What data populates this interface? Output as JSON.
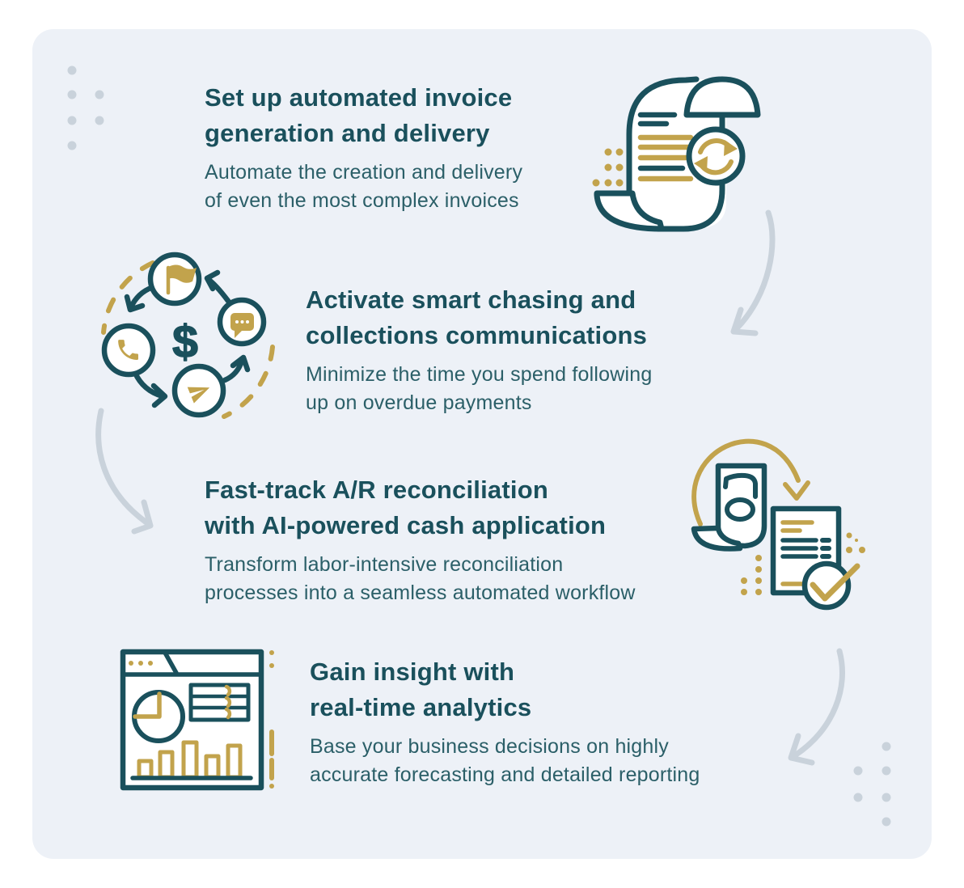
{
  "colors": {
    "card_background": "#edf1f7",
    "teal": "#1A505C",
    "body_text": "#2B5F68",
    "gold": "#C2A34C",
    "gray_decor": "#C9D2DB"
  },
  "sections": [
    {
      "heading_line1": "Set up automated invoice",
      "heading_line2": "generation and delivery",
      "body_line1": "Automate the creation and delivery",
      "body_line2": "of even the most complex invoices",
      "icon": "invoice-scroll-sync-icon"
    },
    {
      "heading_line1": "Activate smart chasing and",
      "heading_line2": "collections communications",
      "body_line1": "Minimize the time you spend following",
      "body_line2": "up on overdue payments",
      "icon": "collections-cycle-icon",
      "center_symbol": "$"
    },
    {
      "heading_line1": "Fast-track A/R reconciliation",
      "heading_line2": "with AI-powered cash application",
      "body_line1": "Transform labor-intensive reconciliation",
      "body_line2": "processes into a seamless automated workflow",
      "icon": "cash-application-check-icon"
    },
    {
      "heading_line1": "Gain insight with",
      "heading_line2": "real-time analytics",
      "body_line1": "Base your business decisions on highly",
      "body_line2": "accurate forecasting and detailed reporting",
      "icon": "analytics-dashboard-icon"
    }
  ]
}
